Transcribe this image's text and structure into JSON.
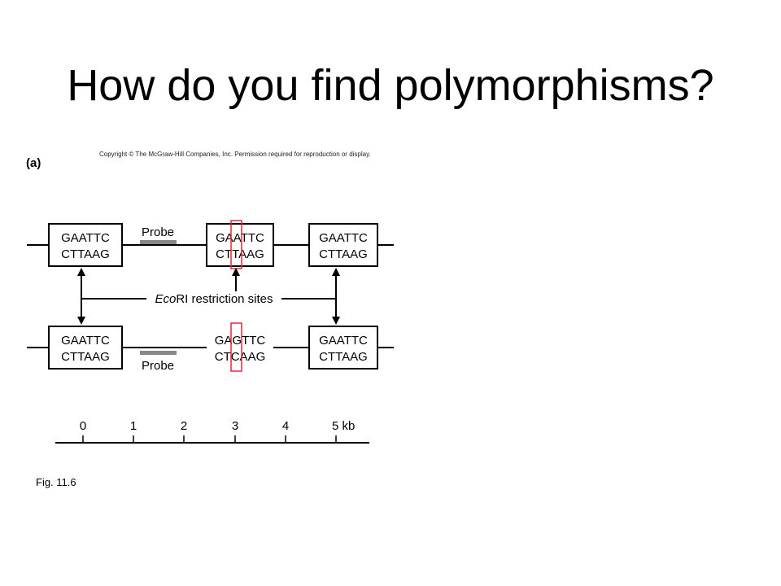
{
  "title": "How do you find polymorphisms?",
  "copyright": "Copyright © The McGraw-Hill Companies, Inc. Permission required for reproduction or display.",
  "panel_label": "(a)",
  "top_strand": {
    "site1": [
      "GAATTC",
      "CTTAAG"
    ],
    "site2": [
      "GAATTC",
      "CTTAAG"
    ],
    "site3": [
      "GAATTC",
      "CTTAAG"
    ],
    "probe_label": "Probe"
  },
  "bottom_strand": {
    "site1": [
      "GAATTC",
      "CTTAAG"
    ],
    "variant": [
      "GAGTTC",
      "CTCAAG"
    ],
    "site3": [
      "GAATTC",
      "CTTAAG"
    ],
    "probe_label": "Probe"
  },
  "restriction_label_italic": "Eco",
  "restriction_label_rest": "RI restriction sites",
  "scale": {
    "ticks": [
      "0",
      "1",
      "2",
      "3",
      "4",
      "5 kb"
    ]
  },
  "fig_caption": "Fig. 11.6",
  "colors": {
    "highlight": "#e0283a",
    "probe": "#888888"
  }
}
